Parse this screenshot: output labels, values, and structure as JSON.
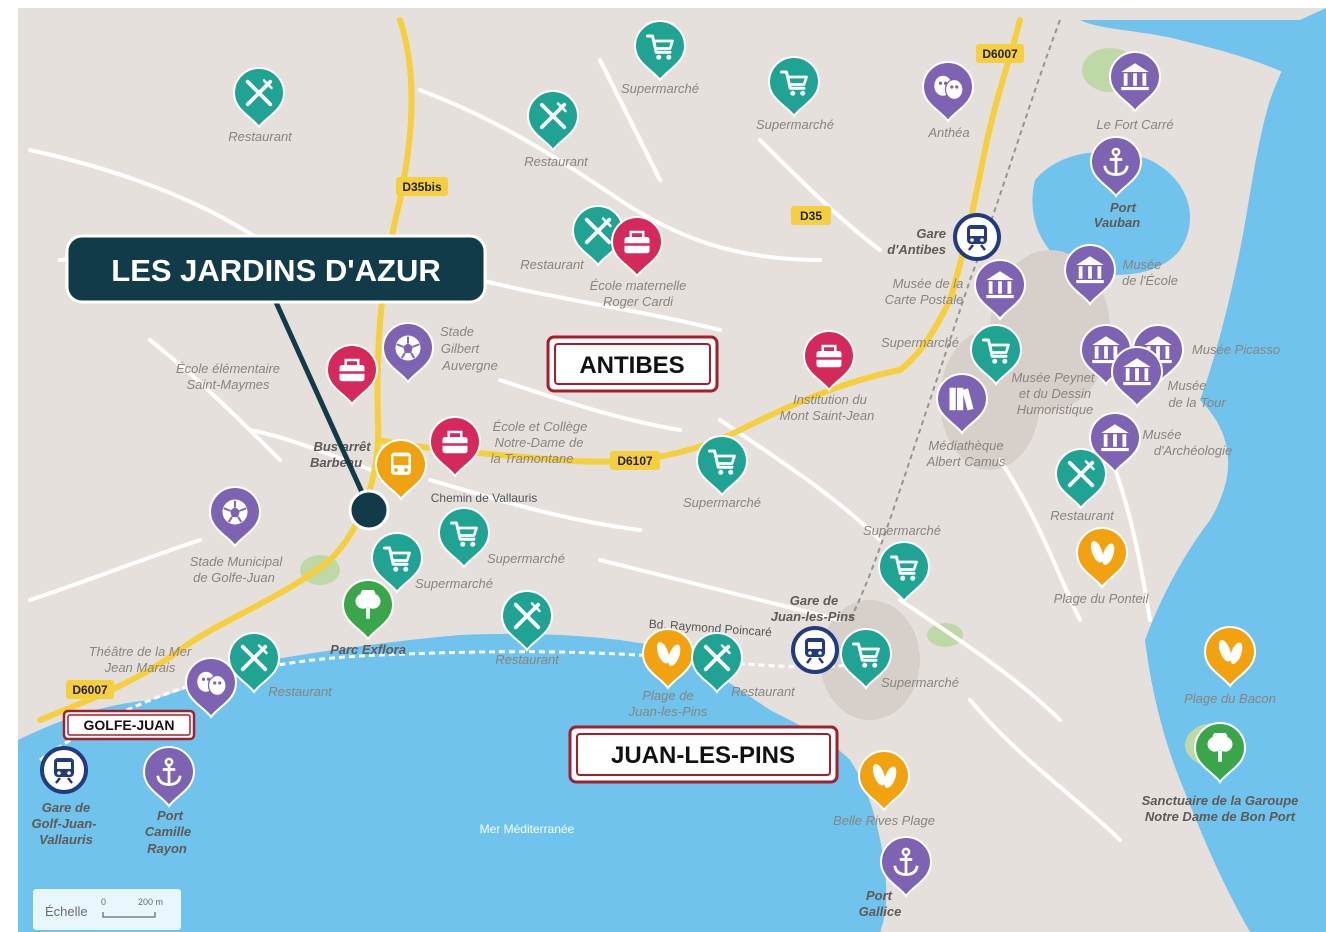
{
  "callout": {
    "title": "LES JARDINS D'AZUR"
  },
  "towns": {
    "antibes": "ANTIBES",
    "juan": "JUAN-LES-PINS",
    "golfe": "GOLFE-JUAN"
  },
  "roads": {
    "d35bis": "D35bis",
    "d6007_top": "D6007",
    "d35": "D35",
    "d6107": "D6107",
    "d6007_left": "D6007"
  },
  "sea_label": "Mer Méditerranée",
  "scale": {
    "label": "Échelle",
    "zero": "0",
    "dist": "200 m"
  },
  "streets": {
    "vallauris": "Chemin de Vallauris",
    "poincare": "Bd. Raymond Poincaré"
  },
  "labels": {
    "restaurant_1": "Restaurant",
    "supermarche_1": "Supermarché",
    "restaurant_2": "Restaurant",
    "supermarche_2": "Supermarché",
    "anthea": "Anthéa",
    "fort_carre": "Le Fort Carré",
    "port_vauban_1": "Port",
    "port_vauban_2": "Vauban",
    "restaurant_3": "Restaurant",
    "ecole_mat_1": "École maternelle",
    "ecole_mat_2": "Roger Cardi",
    "gare_antibes_1": "Gare",
    "gare_antibes_2": "d'Antibes",
    "musee_carte_1": "Musée de la",
    "musee_carte_2": "Carte Postale",
    "musee_ecole_1": "Musée",
    "musee_ecole_2": "de l'École",
    "ecole_elem_1": "École élémentaire",
    "ecole_elem_2": "Saint-Maymes",
    "stade_gilbert_1": "Stade",
    "stade_gilbert_2": "Gilbert",
    "stade_gilbert_3": "Auvergne",
    "supermarche_3": "Supermarché",
    "musee_picasso": "Musée Picasso",
    "musee_peynet_1": "Musée Peynet",
    "musee_peynet_2": "et du Dessin",
    "musee_peynet_3": "Humoristique",
    "musee_tour_1": "Musée",
    "musee_tour_2": "de la Tour",
    "institution_1": "Institution du",
    "institution_2": "Mont Saint-Jean",
    "bus_1": "Bus arrêt",
    "bus_2": "Barbeau",
    "ecole_college_1": "École et Collège",
    "ecole_college_2": "Notre-Dame de",
    "ecole_college_3": "la Tramontane",
    "mediatheque_1": "Médiathèque",
    "mediatheque_2": "Albert Camus",
    "musee_archeo_1": "Musée",
    "musee_archeo_2": "d'Archéologie",
    "supermarche_4": "Supermarché",
    "restaurant_4": "Restaurant",
    "stade_municipal_1": "Stade Municipal",
    "stade_municipal_2": "de Golfe-Juan",
    "supermarche_5": "Supermarché",
    "supermarche_6": "Supermarché",
    "supermarche_7": "Supermarché",
    "plage_ponteil": "Plage du Ponteil",
    "parc_exflora": "Parc Exflora",
    "gare_juan_1": "Gare de",
    "gare_juan_2": "Juan-les-Pins",
    "theatre_1": "Théâtre de la Mer",
    "theatre_2": "Jean Marais",
    "restaurant_5": "Restaurant",
    "restaurant_6": "Restaurant",
    "plage_juan_1": "Plage de",
    "plage_juan_2": "Juan-les-Pins",
    "restaurant_7": "Restaurant",
    "supermarche_8": "Supermarché",
    "plage_bacon": "Plage du Bacon",
    "gare_golfe_1": "Gare de",
    "gare_golfe_2": "Golf-Juan-",
    "gare_golfe_3": "Vallauris",
    "port_camille_1": "Port",
    "port_camille_2": "Camille",
    "port_camille_3": "Rayon",
    "belle_rives": "Belle Rives Plage",
    "sanctuaire_1": "Sanctuaire de la Garoupe",
    "sanctuaire_2": "Notre Dame de Bon Port",
    "port_gallice_1": "Port",
    "port_gallice_2": "Gallice"
  },
  "colors": {
    "land": "#e6e0dd",
    "sea": "#6fc3ec",
    "road": "#f6cf3d",
    "teal": "#1fa393",
    "purple": "#7f63b3",
    "pink": "#d6295b",
    "orange": "#f2a20f",
    "green": "#3aa64a",
    "navy": "#223a80",
    "callout": "#123b4a",
    "town_border": "#a51e2a"
  }
}
